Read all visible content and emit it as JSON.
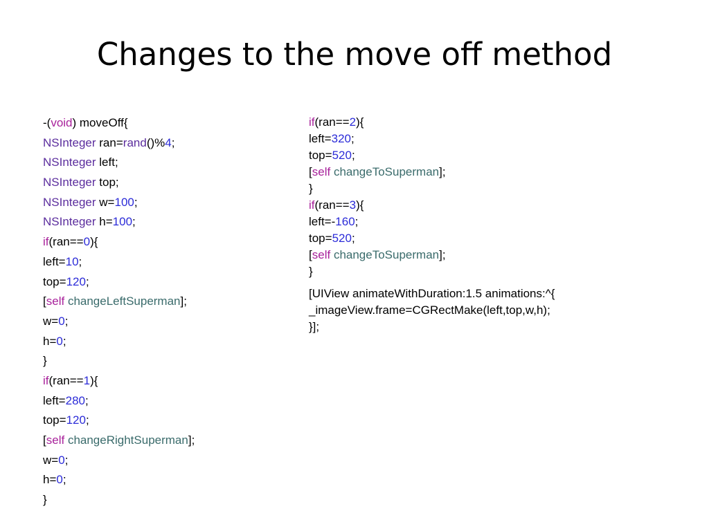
{
  "slide": {
    "title": "Changes to the move off method"
  },
  "colors": {
    "keyword": "#a8229b",
    "type": "#5b2d9d",
    "number": "#2b2bd8",
    "method": "#3a6b6b",
    "plain": "#000000"
  },
  "code_left": [
    [
      {
        "t": "-(",
        "k": "plain"
      },
      {
        "t": "void",
        "k": "kw"
      },
      {
        "t": ") moveOff{",
        "k": "plain"
      }
    ],
    [
      {
        "t": "NSInteger",
        "k": "type"
      },
      {
        "t": " ran=",
        "k": "plain"
      },
      {
        "t": "rand",
        "k": "type"
      },
      {
        "t": "()%",
        "k": "plain"
      },
      {
        "t": "4",
        "k": "num"
      },
      {
        "t": ";",
        "k": "plain"
      }
    ],
    [
      {
        "t": "NSInteger",
        "k": "type"
      },
      {
        "t": " left;",
        "k": "plain"
      }
    ],
    [
      {
        "t": "NSInteger",
        "k": "type"
      },
      {
        "t": " top;",
        "k": "plain"
      }
    ],
    [
      {
        "t": "NSInteger",
        "k": "type"
      },
      {
        "t": " w=",
        "k": "plain"
      },
      {
        "t": "100",
        "k": "num"
      },
      {
        "t": ";",
        "k": "plain"
      }
    ],
    [
      {
        "t": "NSInteger",
        "k": "type"
      },
      {
        "t": " h=",
        "k": "plain"
      },
      {
        "t": "100",
        "k": "num"
      },
      {
        "t": ";",
        "k": "plain"
      }
    ],
    [
      {
        "t": "if",
        "k": "kw"
      },
      {
        "t": "(ran==",
        "k": "plain"
      },
      {
        "t": "0",
        "k": "num"
      },
      {
        "t": "){",
        "k": "plain"
      }
    ],
    [
      {
        "t": "left=",
        "k": "plain"
      },
      {
        "t": "10",
        "k": "num"
      },
      {
        "t": ";",
        "k": "plain"
      }
    ],
    [
      {
        "t": "top=",
        "k": "plain"
      },
      {
        "t": "120",
        "k": "num"
      },
      {
        "t": ";",
        "k": "plain"
      }
    ],
    [
      {
        "t": "[",
        "k": "plain"
      },
      {
        "t": "self",
        "k": "kw"
      },
      {
        "t": " ",
        "k": "plain"
      },
      {
        "t": "changeLeftSuperman",
        "k": "method"
      },
      {
        "t": "];",
        "k": "plain"
      }
    ],
    [
      {
        "t": "w=",
        "k": "plain"
      },
      {
        "t": "0",
        "k": "num"
      },
      {
        "t": ";",
        "k": "plain"
      }
    ],
    [
      {
        "t": "h=",
        "k": "plain"
      },
      {
        "t": "0",
        "k": "num"
      },
      {
        "t": ";",
        "k": "plain"
      }
    ],
    [
      {
        "t": "}",
        "k": "plain"
      }
    ],
    [
      {
        "t": "if",
        "k": "kw"
      },
      {
        "t": "(ran==",
        "k": "plain"
      },
      {
        "t": "1",
        "k": "num"
      },
      {
        "t": "){",
        "k": "plain"
      }
    ],
    [
      {
        "t": "left=",
        "k": "plain"
      },
      {
        "t": "280",
        "k": "num"
      },
      {
        "t": ";",
        "k": "plain"
      }
    ],
    [
      {
        "t": "top=",
        "k": "plain"
      },
      {
        "t": "120",
        "k": "num"
      },
      {
        "t": ";",
        "k": "plain"
      }
    ],
    [
      {
        "t": "[",
        "k": "plain"
      },
      {
        "t": "self",
        "k": "kw"
      },
      {
        "t": " ",
        "k": "plain"
      },
      {
        "t": "changeRightSuperman",
        "k": "method"
      },
      {
        "t": "];",
        "k": "plain"
      }
    ],
    [
      {
        "t": "w=",
        "k": "plain"
      },
      {
        "t": "0",
        "k": "num"
      },
      {
        "t": ";",
        "k": "plain"
      }
    ],
    [
      {
        "t": "h=",
        "k": "plain"
      },
      {
        "t": "0",
        "k": "num"
      },
      {
        "t": ";",
        "k": "plain"
      }
    ],
    [
      {
        "t": "}",
        "k": "plain"
      }
    ]
  ],
  "code_right": [
    [
      {
        "t": "if",
        "k": "kw"
      },
      {
        "t": "(ran==",
        "k": "plain"
      },
      {
        "t": "2",
        "k": "num"
      },
      {
        "t": "){",
        "k": "plain"
      }
    ],
    [
      {
        "t": "left=",
        "k": "plain"
      },
      {
        "t": "320",
        "k": "num"
      },
      {
        "t": ";",
        "k": "plain"
      }
    ],
    [
      {
        "t": "top=",
        "k": "plain"
      },
      {
        "t": "520",
        "k": "num"
      },
      {
        "t": ";",
        "k": "plain"
      }
    ],
    [
      {
        "t": "[",
        "k": "plain"
      },
      {
        "t": "self",
        "k": "kw"
      },
      {
        "t": " ",
        "k": "plain"
      },
      {
        "t": "changeToSuperman",
        "k": "method"
      },
      {
        "t": "];",
        "k": "plain"
      }
    ],
    [
      {
        "t": "}",
        "k": "plain"
      }
    ],
    [
      {
        "t": "if",
        "k": "kw"
      },
      {
        "t": "(ran==",
        "k": "plain"
      },
      {
        "t": "3",
        "k": "num"
      },
      {
        "t": "){",
        "k": "plain"
      }
    ],
    [
      {
        "t": "left=-",
        "k": "plain"
      },
      {
        "t": "160",
        "k": "num"
      },
      {
        "t": ";",
        "k": "plain"
      }
    ],
    [
      {
        "t": "top=",
        "k": "plain"
      },
      {
        "t": "520",
        "k": "num"
      },
      {
        "t": ";",
        "k": "plain"
      }
    ],
    [
      {
        "t": "[",
        "k": "plain"
      },
      {
        "t": "self",
        "k": "kw"
      },
      {
        "t": " ",
        "k": "plain"
      },
      {
        "t": "changeToSuperman",
        "k": "method"
      },
      {
        "t": "];",
        "k": "plain"
      }
    ],
    [
      {
        "t": "}",
        "k": "plain"
      }
    ],
    [],
    [
      {
        "t": "[UIView animateWithDuration:1.5 animations:^{",
        "k": "plain"
      }
    ],
    [
      {
        "t": "_imageView.frame=CGRectMake(left,top,w,h);",
        "k": "plain"
      }
    ],
    [
      {
        "t": "}];",
        "k": "plain"
      }
    ]
  ]
}
